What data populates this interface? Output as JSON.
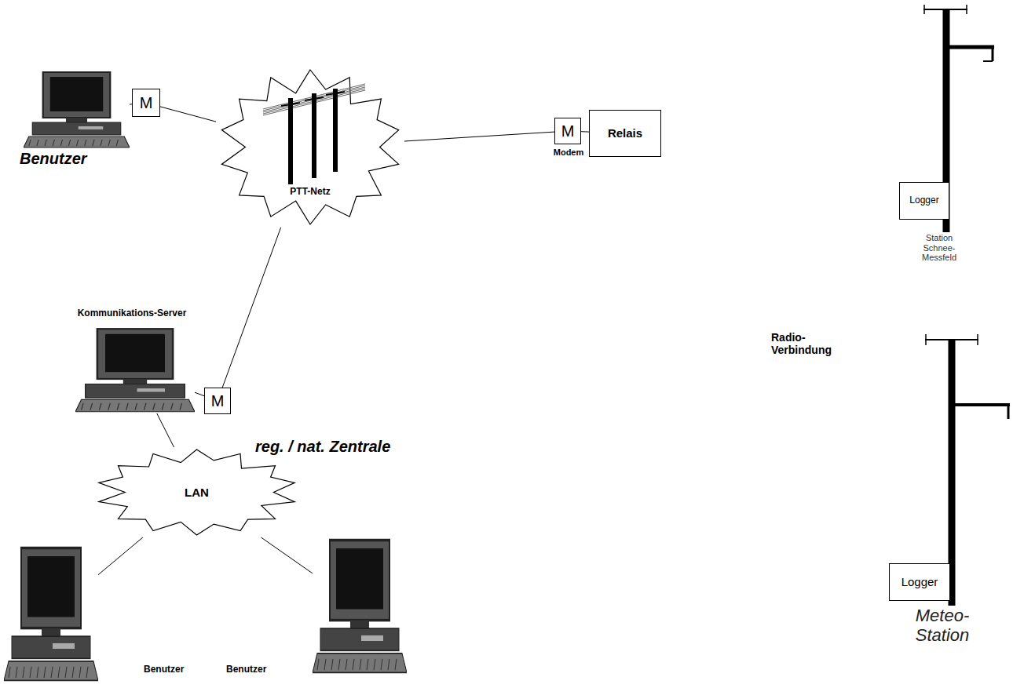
{
  "diagram": {
    "nodes": [
      {
        "text": [
          "Benutzer"
        ]
      },
      {
        "text": [
          "M"
        ]
      },
      {
        "text": [
          "PTT-Netz"
        ]
      },
      {
        "text": [
          "M",
          "Modem"
        ]
      },
      {
        "text": [
          "Relais"
        ]
      },
      {
        "text": [
          "Kommunikations-Server"
        ]
      },
      {
        "text": [
          "M"
        ]
      },
      {
        "text": [
          "LAN"
        ]
      },
      {
        "text": [
          "Benutzer"
        ]
      },
      {
        "text": [
          "Benutzer"
        ]
      },
      {
        "text": [
          "Logger"
        ]
      },
      {
        "text": [
          "Logger"
        ]
      }
    ],
    "edges": [
      {
        "from": 0,
        "to": 1,
        "arrow": "none"
      },
      {
        "from": 1,
        "to": 2,
        "arrow": "none"
      },
      {
        "from": 2,
        "to": 3,
        "arrow": "none"
      },
      {
        "from": 3,
        "to": 4,
        "arrow": "none"
      },
      {
        "from": 5,
        "to": 6,
        "arrow": "none"
      },
      {
        "from": 6,
        "to": 2,
        "arrow": "none"
      },
      {
        "from": 5,
        "to": 7,
        "arrow": "none"
      },
      {
        "from": 7,
        "to": 8,
        "arrow": "none"
      },
      {
        "from": 7,
        "to": 9,
        "arrow": "none"
      }
    ],
    "labels": [
      "Station Schnee-Messfeld",
      "Radio-Verbindung",
      "reg. / nat. Zentrale",
      "Meteo-Station"
    ]
  }
}
